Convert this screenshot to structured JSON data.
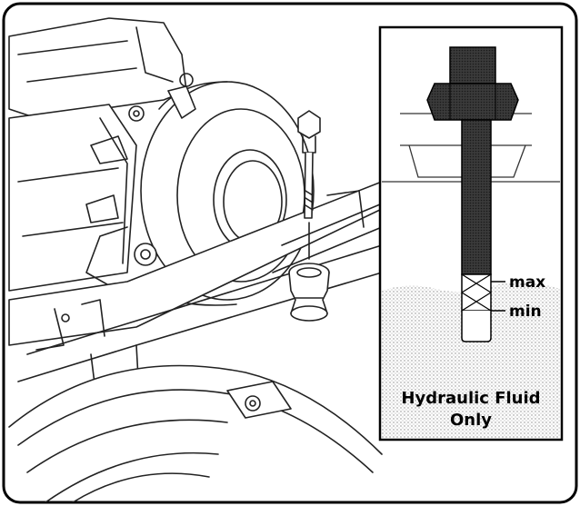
{
  "dipstick_inset": {
    "level_max": "max",
    "level_min": "min",
    "fluid_label_line1": "Hydraulic Fluid",
    "fluid_label_line2": "Only"
  }
}
